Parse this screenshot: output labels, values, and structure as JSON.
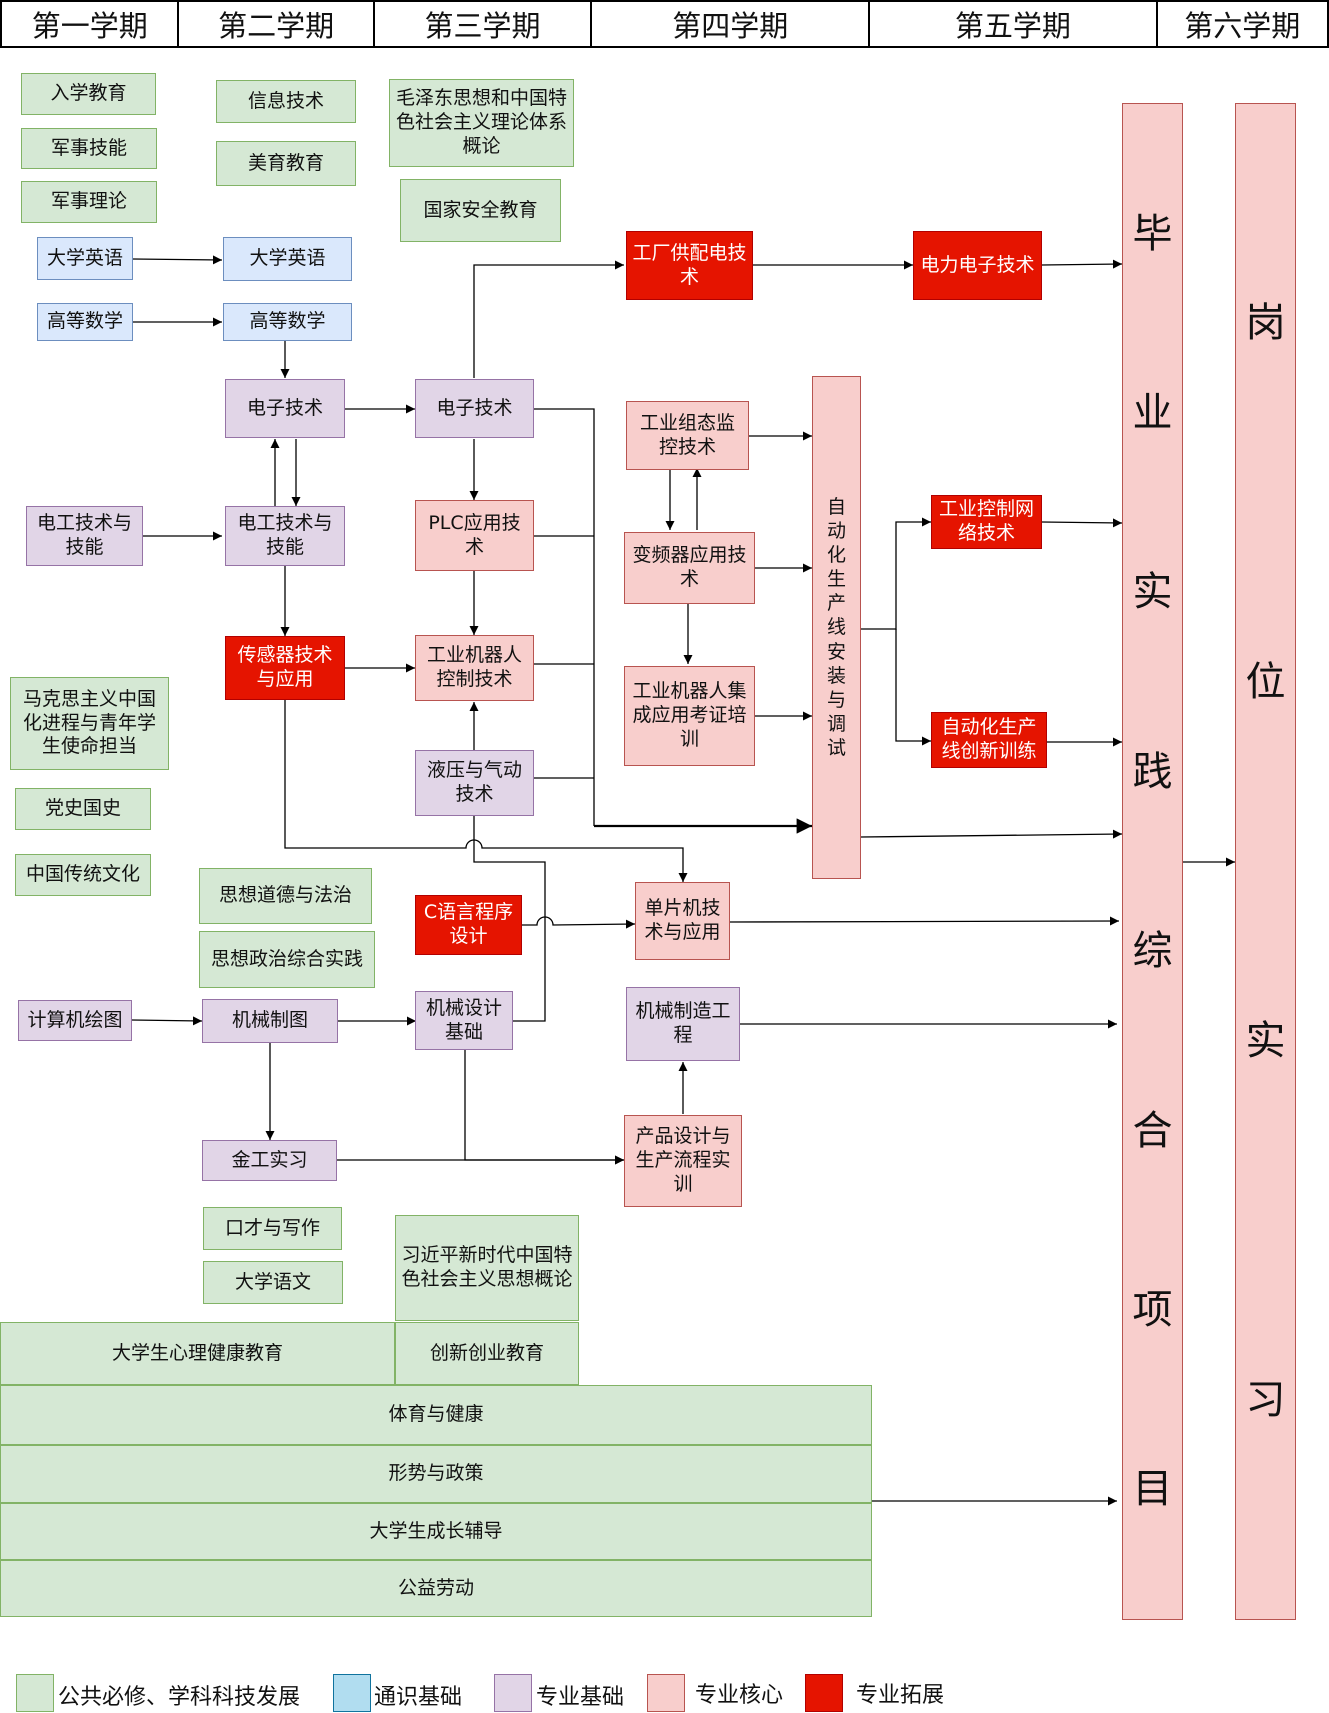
{
  "semesters": [
    "第一学期",
    "第二学期",
    "第三学期",
    "第四学期",
    "第五学期",
    "第六学期"
  ],
  "colors": {
    "public": "#d5e8d4",
    "general": "#dae8fc",
    "professional_basic": "#e1d5e7",
    "professional_core": "#f8cecc",
    "professional_extension": "#e51400"
  },
  "nodes": {
    "ruxue": "入学教育",
    "junshi_jineng": "军事技能",
    "junshi_lilun": "军事理论",
    "english1": "大学英语",
    "math1": "高等数学",
    "xinxi": "信息技术",
    "meiyu": "美育教育",
    "english2": "大学英语",
    "math2": "高等数学",
    "maozedong": "毛泽东思想和中国特色社会主义理论体系概论",
    "guojia_anquan": "国家安全教育",
    "elec2": "电子技术",
    "elec3": "电子技术",
    "diangong1": "电工技术与技能",
    "diangong2": "电工技术与技能",
    "plc": "PLC应用技术",
    "sensor": "传感器技术与应用",
    "robot_control": "工业机器人控制技术",
    "hydraulic": "液压与气动技术",
    "makesi": "马克思主义中国化进程与青年学生使命担当",
    "dangshi": "党史国史",
    "chuantong": "中国传统文化",
    "sixiang_daode": "思想道德与法治",
    "sizheng_shijian": "思想政治综合实践",
    "c_lang": "C语言程序设计",
    "mcu": "单片机技术与应用",
    "cad": "计算机绘图",
    "jixie_zhitu": "机械制图",
    "jixie_sheji": "机械设计基础",
    "jixie_zhizao": "机械制造工程",
    "jingong": "金工实习",
    "product": "产品设计与生产流程实训",
    "koucai": "口才与写作",
    "yuwen": "大学语文",
    "xijinping": "习近平新时代中国特色社会主义思想概论",
    "xinli": "大学生心理健康教育",
    "chuangxin": "创新创业教育",
    "tiyu": "体育与健康",
    "xingshi": "形势与政策",
    "chengzhang": "大学生成长辅导",
    "gongyi": "公益劳动",
    "gongchang": "工厂供配电技术",
    "dianli": "电力电子技术",
    "zutai": "工业组态监控技术",
    "bianpin": "变频器应用技术",
    "robot_cert": "工业机器人集成应用考证培训",
    "zidonghua": "自动化生产线安装与调试",
    "network": "工业控制网络技术",
    "innovation": "自动化生产线创新训练",
    "biye": "毕业实践综合项目",
    "gangwei": "岗位实习"
  },
  "legend": [
    "公共必修、学科科技发展",
    "通识基础",
    "专业基础",
    "专业核心",
    "专业拓展"
  ]
}
